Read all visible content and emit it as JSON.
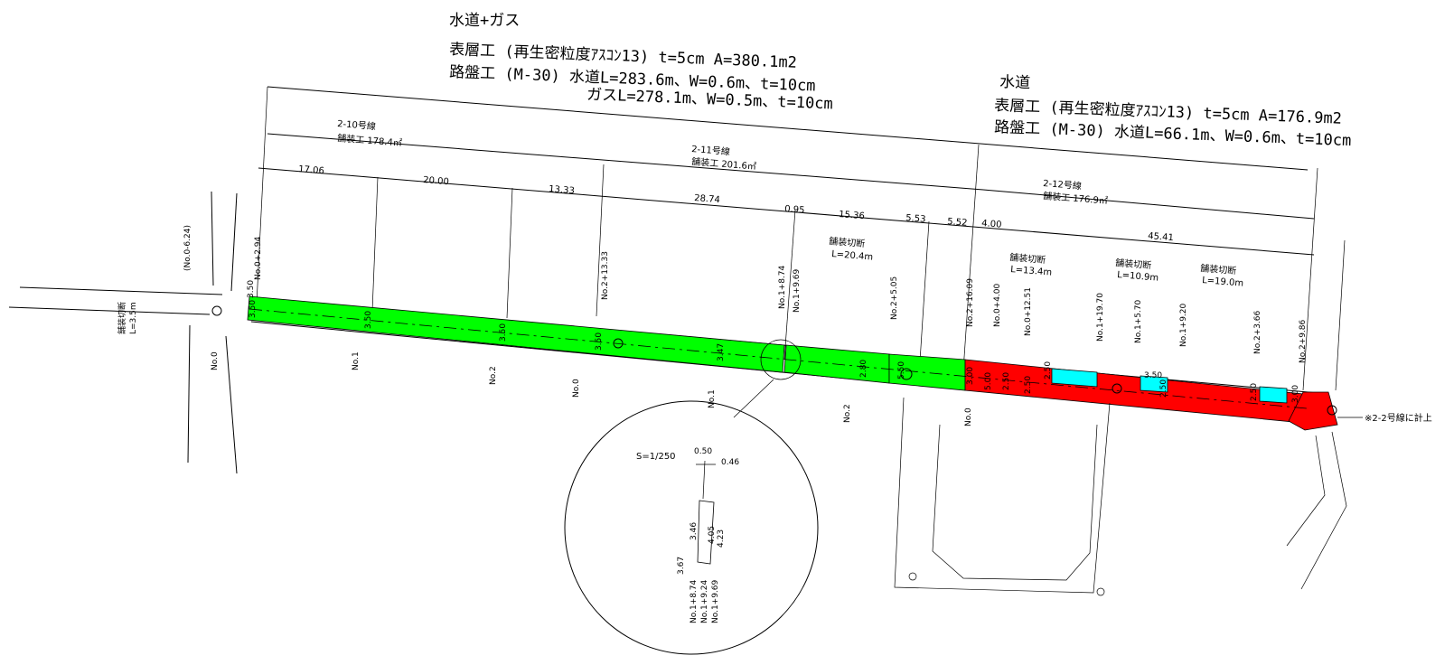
{
  "colors": {
    "green": "#00ff00",
    "red": "#ff0000",
    "cyan": "#00ffff",
    "line": "#000000"
  },
  "summary_left": {
    "heading": "水道+ガス",
    "line1": "表層工 (再生密粒度ｱｽｺﾝ13) t=5cm  A=380.1m2",
    "line2": "路盤工 (M-30)   水道L=283.6m、W=0.6m、t=10cm",
    "line3": "ガスL=278.1m、W=0.5m、t=10cm"
  },
  "summary_right": {
    "heading": "水道",
    "line1": "表層工 (再生密粒度ｱｽｺﾝ13) t=5cm  A=176.9m2",
    "line2": "路盤工 (M-30) 水道L=66.1m、W=0.6m、t=10cm"
  },
  "routes": {
    "r210_name": "2-10号線",
    "r210_area": "舗装工  178.4㎡",
    "r211_name": "2-11号線",
    "r211_area": "舗装工  201.6㎡",
    "r212_name": "2-12号線",
    "r212_area": "舗装工  176.9㎡"
  },
  "dims": [
    "17.06",
    "20.00",
    "13.33",
    "28.74",
    "0.95",
    "15.36",
    "5.53",
    "5.52",
    "4.00",
    "45.41"
  ],
  "cuts": {
    "c1_title": "舗装切断",
    "c1_len": "L=20.4m",
    "c2_title": "舗装切断",
    "c2_len": "L=13.4m",
    "c3_title": "舗装切断",
    "c3_len": "L=10.9m",
    "c4_title": "舗装切断",
    "c4_len": "L=19.0m",
    "c5_title": "舗装切断",
    "c5_len": "L=3.5m"
  },
  "stations": {
    "s_m624": "(No.0-6.24)",
    "s_0294": "No.0+2.94",
    "s_21333": "No.2+13.33",
    "s_1874": "No.1+8.74",
    "s_1969": "No.1+9.69",
    "s_2505": "No.2+5.05",
    "s_21609": "No.2+16.09",
    "s_0400": "No.0+4.00",
    "s_01251": "No.0+12.51",
    "s_11970": "No.1+19.70",
    "s_1570": "No.1+5.70",
    "s_1920": "No.1+9.20",
    "s_2366": "No.2+3.66",
    "s_2986": "No.2+9.86"
  },
  "marks": {
    "no0a": "No.0",
    "no1a": "No.1",
    "no2a": "No.2",
    "no0b": "No.0",
    "no1b": "No.1",
    "no2b": "No.2",
    "no0c": "No.0"
  },
  "widths": {
    "w_a": "3.50",
    "w_b": "3.50",
    "w_c": "3.50",
    "w_d": "3.50",
    "w_e": "3.50",
    "w_f": "3.47",
    "w_g": "2.80",
    "w_h": "5.50",
    "w_i": "3.00",
    "w_j": "5.00",
    "w_k": "2.50",
    "w_l": "2.50",
    "w_m": "2.50",
    "w_n": "3.50",
    "w_o": "2.50",
    "w_p": "2.50",
    "w_q": "3.00"
  },
  "detail": {
    "scale": "S=1/250",
    "v050": "0.50",
    "v046": "0.46",
    "v346": "3.46",
    "v367": "3.67",
    "v405": "4.05",
    "v423": "4.23",
    "st1": "No.1+8.74",
    "st2": "No.1+9.24",
    "st3": "No.1+9.69"
  },
  "note": "※2-2号線に計上"
}
